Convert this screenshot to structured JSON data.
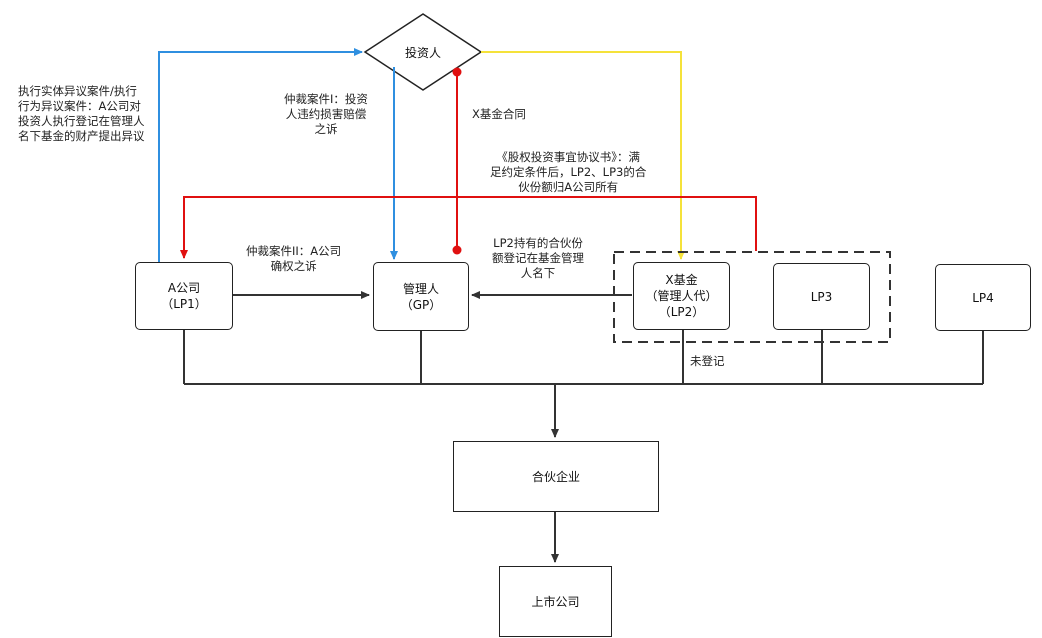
{
  "nodes": {
    "investor": "投资人",
    "company_a": {
      "line1": "A公司",
      "line2": "（LP1）"
    },
    "manager": {
      "line1": "管理人",
      "line2": "（GP）"
    },
    "fund_x": {
      "line1": "X基金",
      "line2": "（管理人代）",
      "line3": "（LP2）"
    },
    "lp3": "LP3",
    "lp4": "LP4",
    "partnership": "合伙企业",
    "listed_company": "上市公司"
  },
  "labels": {
    "objection": [
      "执行实体异议案件/执行",
      "行为异议案件：A公司对",
      "投资人执行登记在管理人",
      "名下基金的财产提出异议"
    ],
    "arbitration1": [
      "仲裁案件I：投资",
      "人违约损害赔偿",
      "之诉"
    ],
    "fund_contract": "X基金合同",
    "agreement": [
      "《股权投资事宜协议书》：满",
      "足约定条件后，LP2、LP3的合",
      "伙份额归A公司所有"
    ],
    "arbitration2": [
      "仲裁案件II：A公司",
      "确权之诉"
    ],
    "registered": [
      "LP2持有的合伙份",
      "额登记在基金管理",
      "人名下"
    ],
    "unregistered": "未登记"
  },
  "colors": {
    "blue": "#2f8fe0",
    "red": "#e01010",
    "yellow": "#f5e23a",
    "black": "#333333"
  }
}
